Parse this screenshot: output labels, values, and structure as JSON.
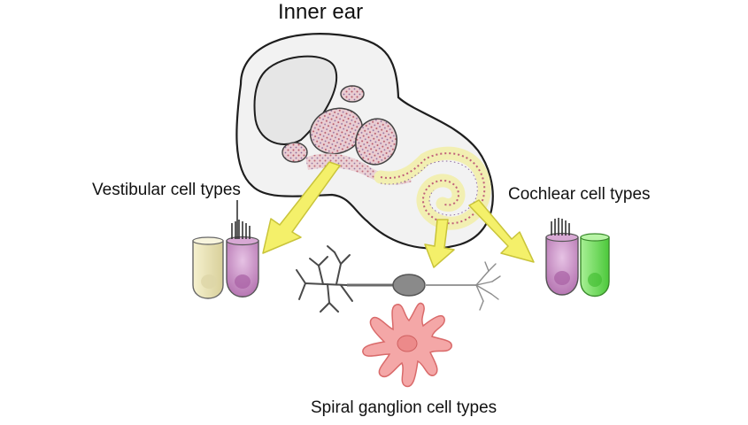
{
  "labels": {
    "title": "Inner ear",
    "vestibular": "Vestibular cell types",
    "cochlear": "Cochlear cell types",
    "spiral": "Spiral ganglion cell types"
  },
  "colors": {
    "arrow_fill": "#f4f06a",
    "arrow_stroke": "#c9c43a",
    "ear_fill": "#f1f1f1",
    "outline": "#222222",
    "supporting_cell_vestibular": "#e8e3b8",
    "hair_cell": "#c98fc6",
    "supporting_cell_cochlear": "#7de06d",
    "neuron_fill": "#8a8a8a",
    "glia_fill": "#f3a6a6",
    "sensory_patch": "#e6c9cf",
    "cochlear_duct": "#f4f2b8"
  }
}
